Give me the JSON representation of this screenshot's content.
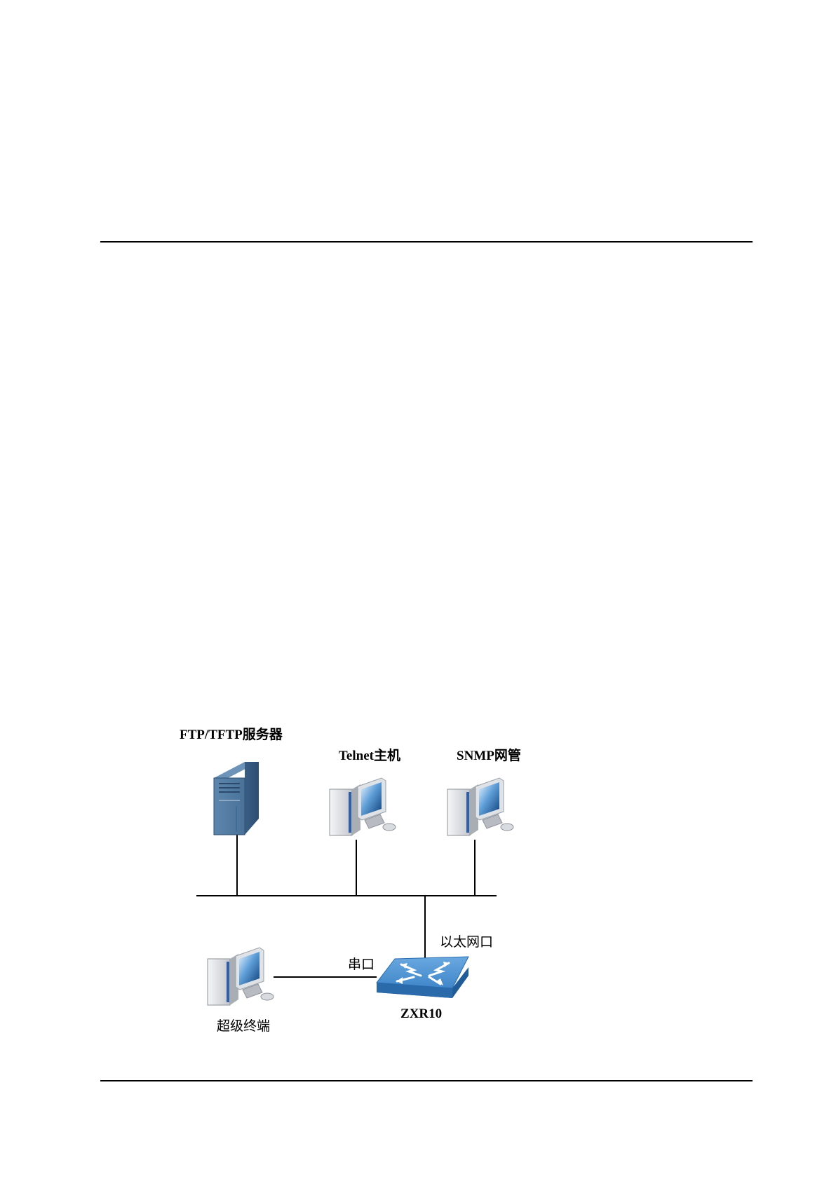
{
  "diagram": {
    "labels": {
      "ftp_server": "FTP/TFTP服务器",
      "telnet_host": "Telnet主机",
      "snmp_manager": "SNMP网管",
      "ethernet_port": "以太网口",
      "serial_port": "串口",
      "super_terminal": "超级终端",
      "router": "ZXR10"
    }
  }
}
